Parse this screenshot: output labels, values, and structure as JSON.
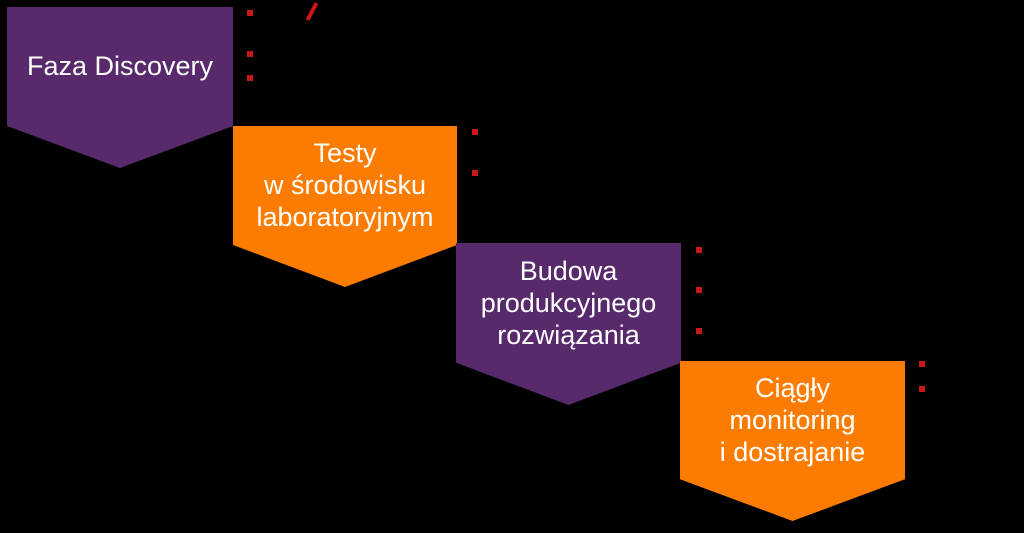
{
  "diagram": {
    "type": "process-steps-ribbons",
    "background_color": "#000000",
    "colors": {
      "purple": "#582A6B",
      "orange": "#FB7C00",
      "bullet_red": "#C8181A",
      "text": "#FFFFFF"
    },
    "icons": {
      "bullet": "red-square-marker",
      "slash": "red-slash-mark"
    },
    "steps": [
      {
        "label": "Faza Discovery",
        "color": "#582A6B",
        "lines": [
          "Faza Discovery"
        ],
        "bullet_count": 3
      },
      {
        "label": "Testy w środowisku laboratoryjnym",
        "color": "#FB7C00",
        "lines": [
          "Testy",
          "w środowisku",
          "laboratoryjnym"
        ],
        "bullet_count": 2
      },
      {
        "label": "Budowa produkcyjnego rozwiązania",
        "color": "#582A6B",
        "lines": [
          "Budowa",
          "produkcyjnego",
          "rozwiązania"
        ],
        "bullet_count": 3
      },
      {
        "label": "Ciągły monitoring i dostrajanie",
        "color": "#FB7C00",
        "lines": [
          "Ciągły",
          "monitoring",
          "i dostrajanie"
        ],
        "bullet_count": 2
      }
    ]
  }
}
